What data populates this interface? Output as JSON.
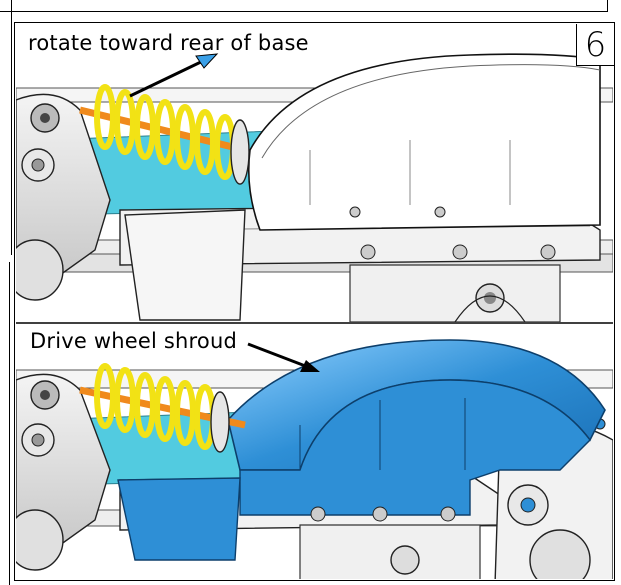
{
  "step": {
    "number": "6"
  },
  "panels": [
    {
      "caption": "rotate toward rear of base",
      "shroud_color": "#ffffff"
    },
    {
      "caption": "Drive wheel shroud",
      "shroud_color": "#2e8fd6"
    }
  ],
  "colors": {
    "spring": "#f2e215",
    "spring_dark": "#b8a800",
    "rod": "#f08a1c",
    "frame_tint": "#52cbe0",
    "shroud_highlight": "#2e8fd6",
    "arrow_tip": "#3aa0e8",
    "outline": "#111111",
    "metal_light": "#e6e6e6",
    "metal_mid": "#bdbdbd"
  }
}
